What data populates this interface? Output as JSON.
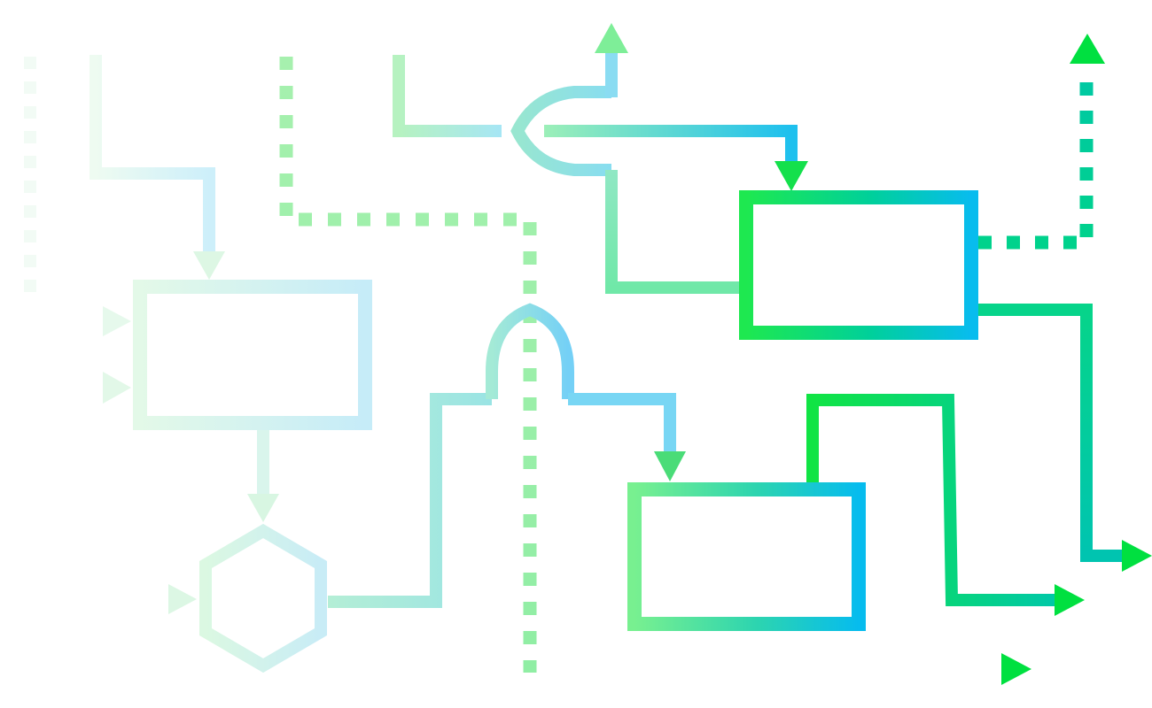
{
  "diagram": {
    "kind": "flowchart-illustration",
    "theme": {
      "background": "#FFFFFF",
      "green": "#00E040",
      "teal": "#00C8A0",
      "blue": "#00BFF0",
      "mint": "#A8F0B0",
      "pale_green": "#E8F8EE",
      "pale_blue": "#D6F0FA"
    },
    "nodes": [
      {
        "id": "box-left",
        "shape": "rectangle",
        "label": ""
      },
      {
        "id": "hexagon",
        "shape": "hexagon",
        "label": ""
      },
      {
        "id": "box-top-right",
        "shape": "rectangle",
        "label": ""
      },
      {
        "id": "box-bottom-right",
        "shape": "rectangle",
        "label": ""
      }
    ],
    "junctions": [
      {
        "id": "fork-top",
        "shape": "fork"
      },
      {
        "id": "fork-center",
        "shape": "fork"
      }
    ],
    "icons": [
      "arrowhead-icon"
    ]
  }
}
